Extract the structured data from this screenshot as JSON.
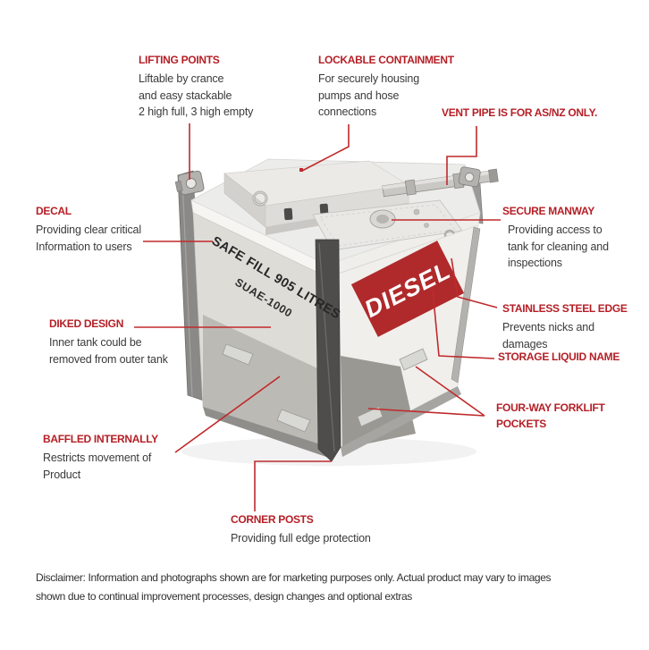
{
  "colors": {
    "accent_red": "#b51f26",
    "leader_red": "#c02a2c",
    "body_text": "#3a3a3a",
    "diesel_sign_red": "#b02a2b"
  },
  "callouts": [
    {
      "title": "LIFTING POINTS",
      "lines": [
        "Liftable by crance",
        "and easy stackable",
        "2 high full, 3 high empty"
      ]
    },
    {
      "title": "LOCKABLE CONTAINMENT",
      "lines": [
        "For securely housing",
        "pumps and hose",
        "connections"
      ]
    },
    {
      "title": "VENT PIPE IS FOR AS/NZ ONLY.",
      "lines": []
    },
    {
      "title": "DECAL",
      "lines": [
        "Providing clear critical",
        "Information to users"
      ]
    },
    {
      "title": "SECURE MANWAY",
      "lines": [
        "Providing access to",
        "tank for cleaning and",
        "inspections"
      ]
    },
    {
      "title": "STAINLESS STEEL EDGE",
      "lines": [
        "Prevents nicks and",
        "damages"
      ]
    },
    {
      "title": "STORAGE LIQUID NAME",
      "lines": []
    },
    {
      "title": "DIKED DESIGN",
      "lines": [
        "Inner tank could be",
        "removed from outer tank"
      ]
    },
    {
      "title": "FOUR-WAY FORKLIFT POCKETS",
      "lines": []
    },
    {
      "title": "BAFFLED INTERNALLY",
      "lines": [
        "Restricts movement of",
        "Product"
      ]
    },
    {
      "title": "CORNER POSTS",
      "lines": [
        "Providing full edge protection"
      ]
    }
  ],
  "tank": {
    "diesel_sign": "DIESEL",
    "safe_fill_label": "SAFE FILL 905 LITRES",
    "model_label": "SUAE-1000"
  },
  "disclaimer": {
    "line1": "Disclaimer: Information and photographs shown are for marketing purposes only. Actual product may vary to images",
    "line2": "shown due to continual improvement processes, design changes and optional extras"
  }
}
